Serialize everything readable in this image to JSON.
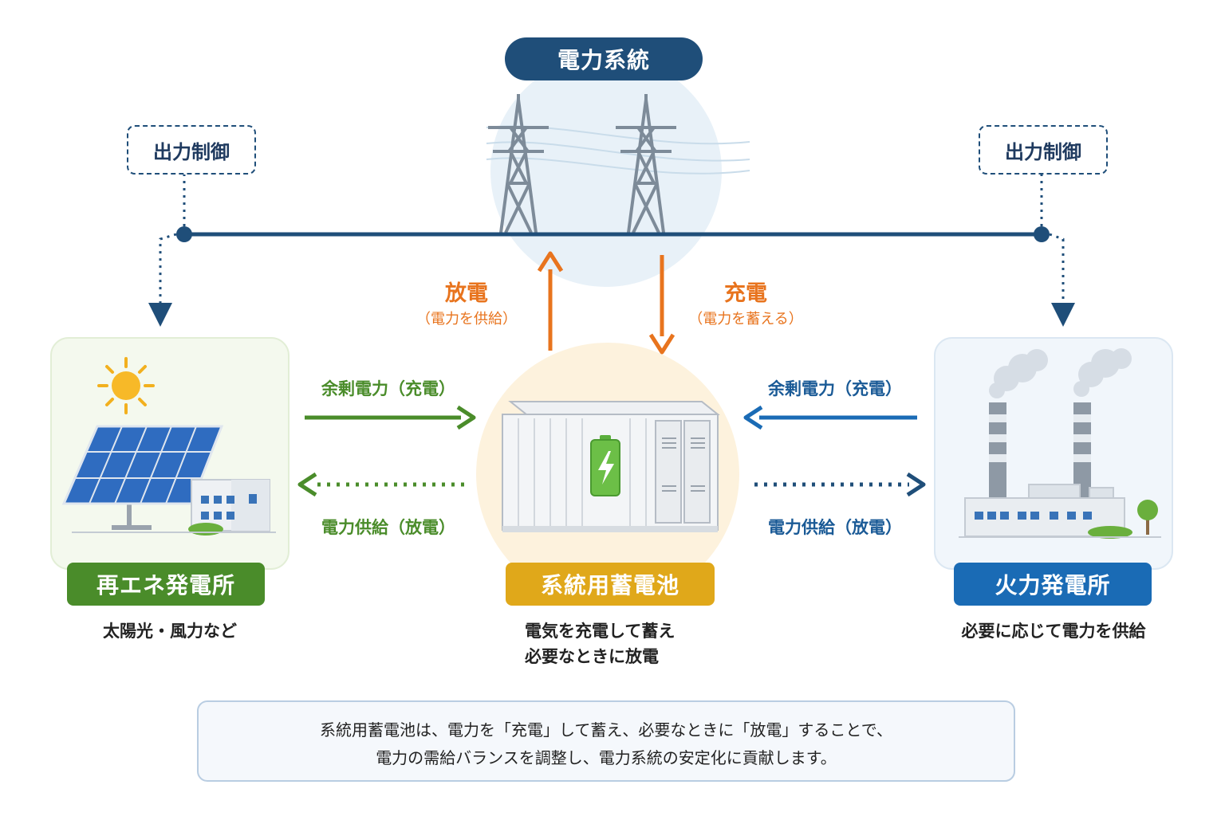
{
  "title": "電力系統",
  "control_left": "出力制御",
  "control_right": "出力制御",
  "discharge": {
    "label": "放電",
    "sub": "（電力を供給）"
  },
  "charge": {
    "label": "充電",
    "sub": "（電力を蓄える）"
  },
  "left_flow": {
    "top": "余剰電力（充電）",
    "bottom": "電力供給（放電）"
  },
  "right_flow": {
    "top": "余剰電力（充電）",
    "bottom": "電力供給（放電）"
  },
  "renewable": {
    "name": "再エネ発電所",
    "desc": "太陽光・風力など"
  },
  "battery": {
    "name": "系統用蓄電池",
    "desc1": "電気を充電して蓄え",
    "desc2": "必要なときに放電"
  },
  "thermal": {
    "name": "火力発電所",
    "desc": "必要に応じて電力を供給"
  },
  "summary": {
    "line1": "系統用蓄電池は、電力を「充電」して蓄え、必要なときに「放電」することで、",
    "line2": "電力の需給バランスを調整し、電力系統の安定化に貢献します。"
  },
  "colors": {
    "navy": "#1f4e79",
    "green": "#4a8c2a",
    "orange": "#e8741e",
    "gold": "#e0a81a",
    "blue": "#1a6bb5"
  },
  "icons": [
    "transmission-tower-icon",
    "sun-icon",
    "solar-panel-icon",
    "battery-container-icon",
    "battery-icon",
    "factory-icon",
    "tree-icon"
  ]
}
